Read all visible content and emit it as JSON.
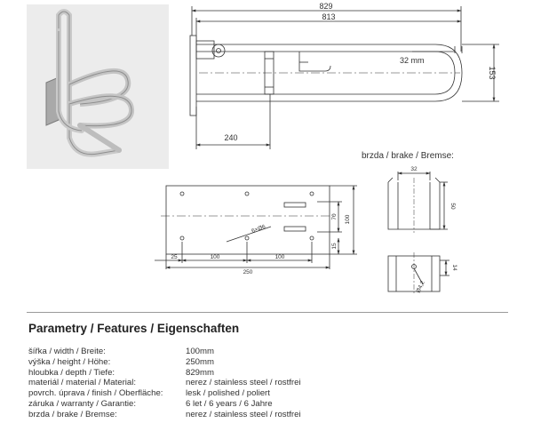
{
  "side_view": {
    "dim_total": "829",
    "dim_inner": "813",
    "dim_tube": "32 mm",
    "dim_height": "153",
    "dim_mount": "240"
  },
  "plate": {
    "dim_holes": "6×Ø6",
    "dim_70": "70",
    "dim_100v": "100",
    "dim_15": "15",
    "dim_25": "25",
    "dim_100a": "100",
    "dim_100b": "100",
    "dim_250": "250"
  },
  "brake": {
    "caption": "brzda / brake / Bremse:",
    "dim_32": "32",
    "dim_50": "50",
    "dim_14": "14",
    "dim_hole": "Ø4,2"
  },
  "section_title": "Parametry / Features / Eigenschaften",
  "params": [
    {
      "label": "šířka / width / Breite:",
      "value": "100mm"
    },
    {
      "label": "výška / height / Höhe:",
      "value": "250mm"
    },
    {
      "label": "hloubka / depth / Tiefe:",
      "value": "829mm"
    },
    {
      "label": "materiál / material / Material:",
      "value": "nerez / stainless steel / rostfrei"
    },
    {
      "label": "povrch. úprava / finish / Oberfläche:",
      "value": "lesk / polished / poliert"
    },
    {
      "label": "záruka / warranty / Garantie:",
      "value": "6 let / 6 years / 6 Jahre"
    },
    {
      "label": "brzda / brake / Bremse:",
      "value": "nerez / stainless steel / rostfrei"
    }
  ]
}
